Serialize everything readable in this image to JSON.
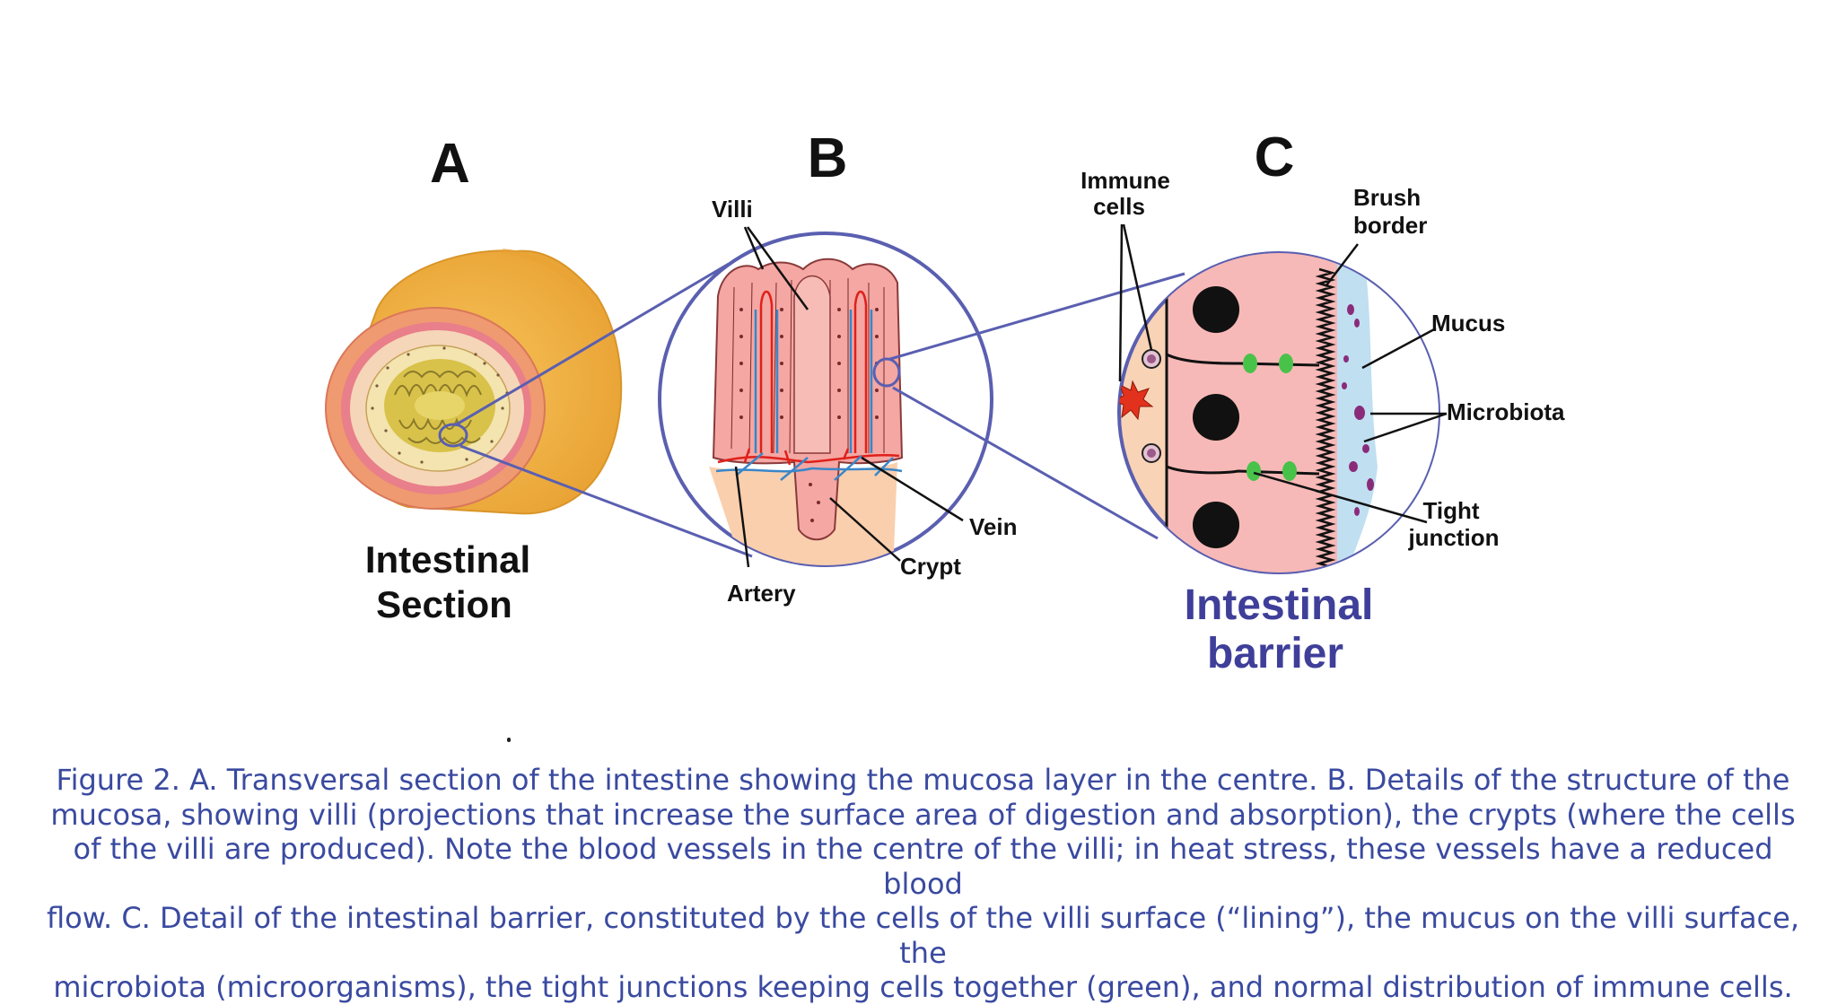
{
  "panels": {
    "a": {
      "letter": "A",
      "title_line1": "Intestinal",
      "title_line2": "Section"
    },
    "b": {
      "letter": "B",
      "labels": {
        "villi": "Villi",
        "vein": "Vein",
        "crypt": "Crypt",
        "artery": "Artery"
      }
    },
    "c": {
      "letter": "C",
      "labels": {
        "immune_line1": "Immune",
        "immune_line2": "cells",
        "brush_line1": "Brush",
        "brush_line2": "border",
        "mucus": "Mucus",
        "microbiota": "Microbiota",
        "tight_line1": "Tight",
        "tight_line2": "junction"
      },
      "title_line1": "Intestinal",
      "title_line2": "barrier"
    }
  },
  "caption": {
    "lines": [
      "Figure 2. A. Transversal section of the intestine showing the mucosa layer in the centre. B. Details of the structure of the",
      "mucosa, showing villi (projections that increase the surface area of digestion and absorption), the crypts (where the cells",
      "of the villi are produced). Note the blood vessels in the centre of the villi; in heat stress, these vessels have a reduced blood",
      "flow. C. Detail of the intestinal barrier, constituted by the cells of the villi surface (“lining”), the mucus on the villi surface, the",
      "microbiota (microorganisms), the tight junctions keeping cells together (green), and normal distribution of immune cells."
    ]
  },
  "colors": {
    "outline_blue": "#5a5fb0",
    "caption_blue": "#3a4aa0",
    "barrier_title": "#3f3f9a",
    "tube_yellow": "#f3b43c",
    "tissue_pink": "#f4a7a3",
    "cell_pink": "#f7b9b7",
    "tight_junction_green": "#49c24a",
    "microbiota_purple": "#8a2b7a",
    "mucus_blue": "#b9dcf0",
    "artery_red": "#e0201a",
    "vein_blue": "#3a86c8"
  }
}
